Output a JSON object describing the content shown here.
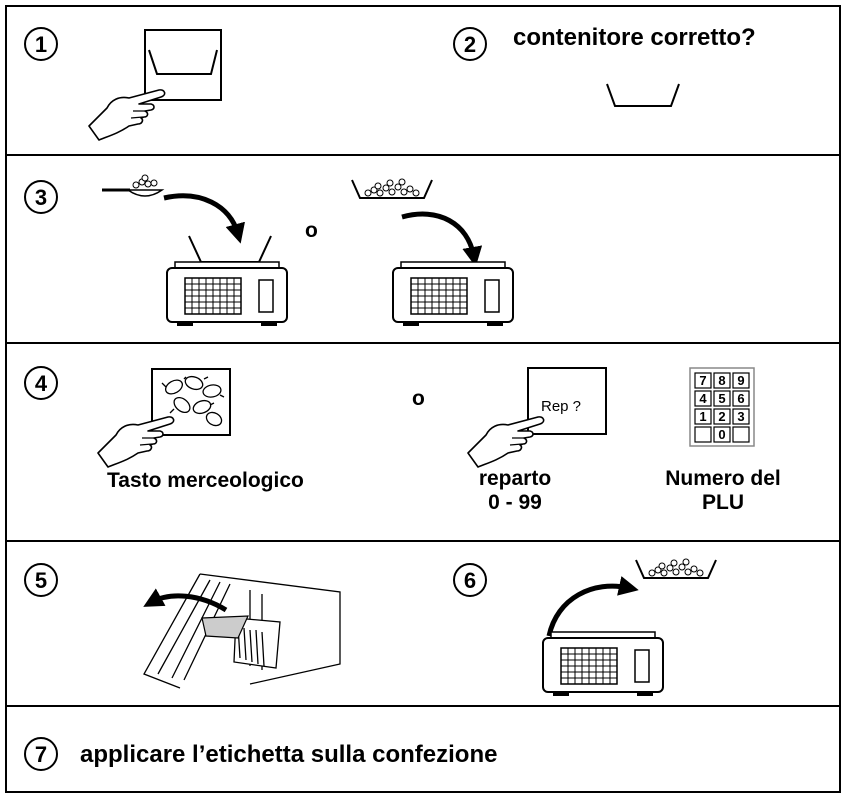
{
  "steps": [
    {
      "number": "1"
    },
    {
      "number": "2",
      "text": "contenitore corretto?"
    },
    {
      "number": "3",
      "or": "o"
    },
    {
      "number": "4",
      "or": "o",
      "merch_key_label": "Tasto merceologico",
      "rep_key_text": "Rep ?",
      "dept_label_line1": "reparto",
      "dept_label_line2": "0 - 99",
      "plu_label_line1": "Numero del",
      "plu_label_line2": "PLU",
      "keypad_keys": [
        "7",
        "8",
        "9",
        "4",
        "5",
        "6",
        "1",
        "2",
        "3",
        "",
        "0",
        ""
      ]
    },
    {
      "number": "5"
    },
    {
      "number": "6"
    },
    {
      "number": "7",
      "text": "applicare l’etichetta sulla confezione"
    }
  ],
  "icons": {
    "hand": "pointing-hand-icon",
    "container": "container-tray-icon",
    "scale": "weighing-scale-icon",
    "scoop": "scoop-icon",
    "candies": "candies-icon",
    "keypad": "numeric-keypad-icon",
    "label_printer": "label-printer-icon",
    "arrow": "curved-arrow-icon"
  }
}
